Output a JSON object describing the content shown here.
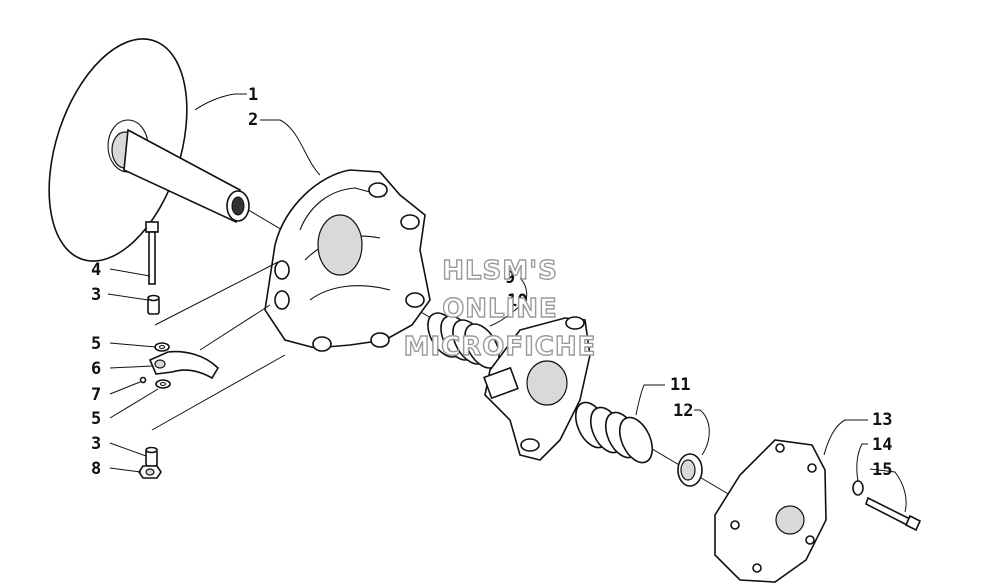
{
  "watermark": {
    "line1": "HLSM'S",
    "line2": "ONLINE",
    "line3": "MICROFICHE"
  },
  "callouts": [
    {
      "id": "1",
      "text": "1"
    },
    {
      "id": "2",
      "text": "2"
    },
    {
      "id": "4",
      "text": "4"
    },
    {
      "id": "3a",
      "text": "3"
    },
    {
      "id": "5a",
      "text": "5"
    },
    {
      "id": "6",
      "text": "6"
    },
    {
      "id": "7",
      "text": "7"
    },
    {
      "id": "5b",
      "text": "5"
    },
    {
      "id": "3b",
      "text": "3"
    },
    {
      "id": "8",
      "text": "8"
    },
    {
      "id": "9",
      "text": "9"
    },
    {
      "id": "10",
      "text": "10"
    },
    {
      "id": "11",
      "text": "11"
    },
    {
      "id": "12",
      "text": "12"
    },
    {
      "id": "13",
      "text": "13"
    },
    {
      "id": "14",
      "text": "14"
    },
    {
      "id": "15",
      "text": "15"
    }
  ],
  "colors": {
    "line": "#111111",
    "background": "#ffffff",
    "watermark_outline": "#9a9a9a"
  }
}
